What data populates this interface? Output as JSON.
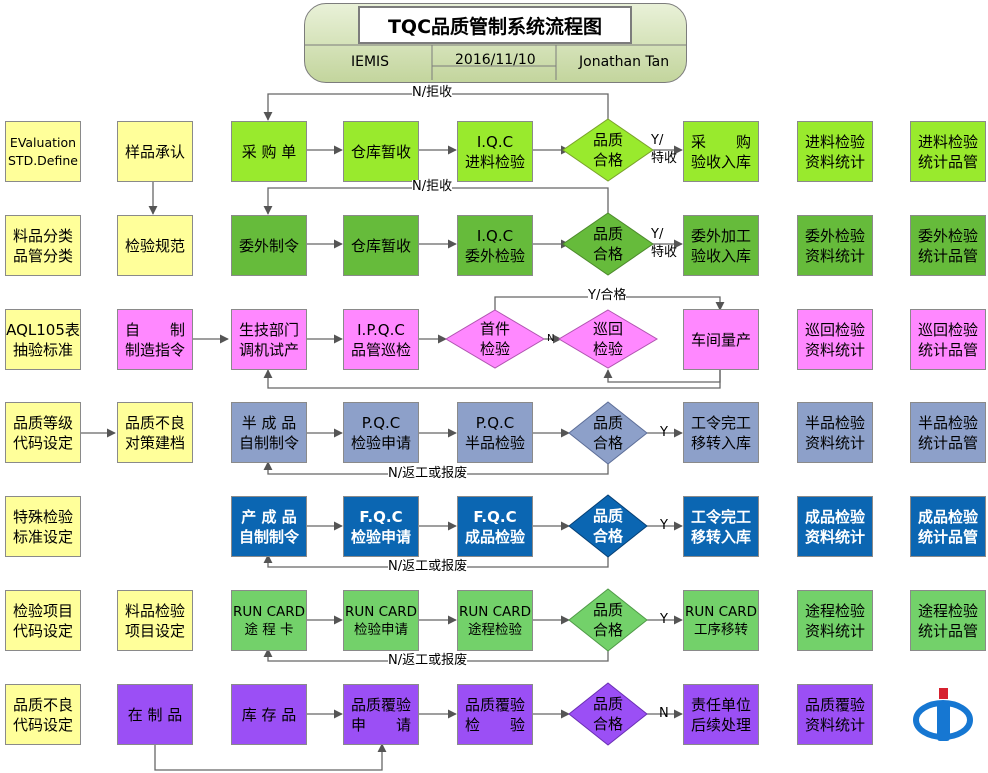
{
  "header": {
    "title": "TQC品质管制系统流程图",
    "org": "IEMIS",
    "date": "2016/11/10",
    "author": "Jonathan Tan"
  },
  "colors": {
    "left_yellow": "#ffff9a",
    "lime": "#99ea2d",
    "green": "#66bb3b",
    "pink": "#ff88ff",
    "slate": "#8da0c9",
    "blue": "#0b66b2",
    "mint": "#73d16a",
    "purple": "#9b4ff5"
  },
  "rows": [
    {
      "left1": "EValuation\nSTD.Define",
      "left2": "样品承认",
      "b1": "采 购 单",
      "b2": "仓库暂收",
      "b3": "I.Q.C\n进料检验",
      "decision": "品质\n合格",
      "pass": "Y/\n特收",
      "fail": "N/拒收",
      "b4": "采　　购\n验收入库",
      "b5": "进料检验\n资料统计",
      "b6": "进料检验\n统计品管"
    },
    {
      "left1": "料品分类\n品管分类",
      "left2": "检验规范",
      "b1": "委外制令",
      "b2": "仓库暂收",
      "b3": "I.Q.C\n委外检验",
      "decision": "品质\n合格",
      "pass": "Y/\n特收",
      "fail": "N/拒收",
      "b4": "委外加工\n验收入库",
      "b5": "委外检验\n资料统计",
      "b6": "委外检验\n统计品管"
    },
    {
      "left1": "AQL105表\n抽验标准",
      "left2": "自　　制\n制造指令",
      "b1": "生技部门\n调机试产",
      "b2": "I.P.Q.C\n品管巡检",
      "d1": "首件\n检验",
      "n": "N",
      "decision": "巡回\n检验",
      "pass": "Y/合格",
      "b4": "车间量产",
      "b5": "巡回检验\n资料统计",
      "b6": "巡回检验\n统计品管"
    },
    {
      "left1": "品质等级\n代码设定",
      "left2": "品质不良\n对策建档",
      "b1": "半 成 品\n自制制令",
      "b2": "P.Q.C\n检验申请",
      "b3": "P.Q.C\n半品检验",
      "decision": "品质\n合格",
      "pass": "Y",
      "fail": "N/返工或报废",
      "b4": "工令完工\n移转入库",
      "b5": "半品检验\n资料统计",
      "b6": "半品检验\n统计品管"
    },
    {
      "left1": "特殊检验\n标准设定",
      "b1": "产 成 品\n自制制令",
      "b2": "F.Q.C\n检验申请",
      "b3": "F.Q.C\n成品检验",
      "decision": "品质\n合格",
      "pass": "Y",
      "fail": "N/返工或报废",
      "b4": "工令完工\n移转入库",
      "b5": "成品检验\n资料统计",
      "b6": "成品检验\n统计品管"
    },
    {
      "left1": "检验项目\n代码设定",
      "left2": "料品检验\n项目设定",
      "b1": "RUN CARD\n途 程 卡",
      "b2": "RUN CARD\n检验申请",
      "b3": "RUN CARD\n途程检验",
      "decision": "品质\n合格",
      "pass": "Y",
      "fail": "N/返工或报废",
      "b4": "RUN CARD\n工序移转",
      "b5": "途程检验\n资料统计",
      "b6": "途程检验\n统计品管"
    },
    {
      "left1": "品质不良\n代码设定",
      "b1": "在 制 品",
      "b2": "库 存 品",
      "b3": "品质覆验\n申　　请",
      "b3b": "品质覆验\n检　　验",
      "decision": "品质\n合格",
      "n": "N",
      "b4": "责任单位\n后续处理",
      "b5": "品质覆验\n资料统计"
    }
  ]
}
